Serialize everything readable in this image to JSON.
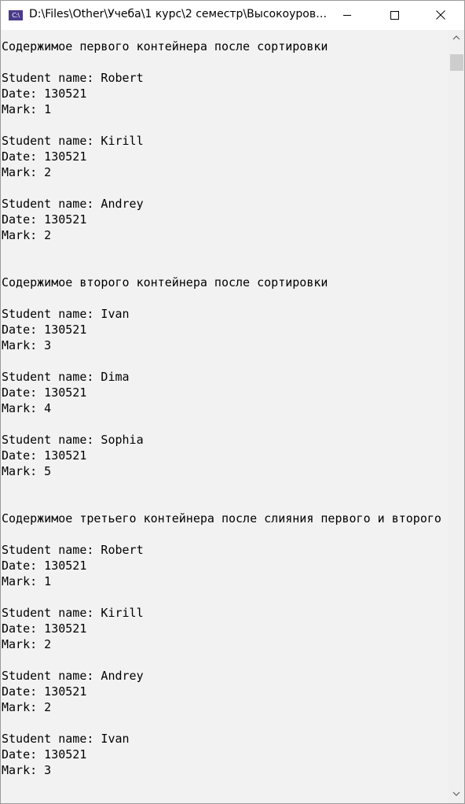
{
  "window": {
    "title": "D:\\Files\\Other\\Учеба\\1 курс\\2 семестр\\Высокоуровн...",
    "app_icon_text": "C:\\"
  },
  "console": {
    "lines": [
      "Содержимое первого контейнера после сортировки",
      "",
      "Student name: Robert",
      "Date: 130521",
      "Mark: 1",
      "",
      "Student name: Kirill",
      "Date: 130521",
      "Mark: 2",
      "",
      "Student name: Andrey",
      "Date: 130521",
      "Mark: 2",
      "",
      "",
      "Содержимое второго контейнера после сортировки",
      "",
      "Student name: Ivan",
      "Date: 130521",
      "Mark: 3",
      "",
      "Student name: Dima",
      "Date: 130521",
      "Mark: 4",
      "",
      "Student name: Sophia",
      "Date: 130521",
      "Mark: 5",
      "",
      "",
      "Содержимое третьего контейнера после слияния первого и второго",
      "",
      "Student name: Robert",
      "Date: 130521",
      "Mark: 1",
      "",
      "Student name: Kirill",
      "Date: 130521",
      "Mark: 2",
      "",
      "Student name: Andrey",
      "Date: 130521",
      "Mark: 2",
      "",
      "Student name: Ivan",
      "Date: 130521",
      "Mark: 3"
    ]
  },
  "colors": {
    "console_background": "#f2f2f2",
    "console_text": "#000000",
    "titlebar": "#ffffff",
    "app_icon": "#4a3a8c"
  },
  "icons": {
    "app": "console-app-icon",
    "minimize": "minimize-icon",
    "maximize": "maximize-icon",
    "close": "close-icon",
    "scroll_up": "chevron-up-icon",
    "scroll_down": "chevron-down-icon"
  }
}
